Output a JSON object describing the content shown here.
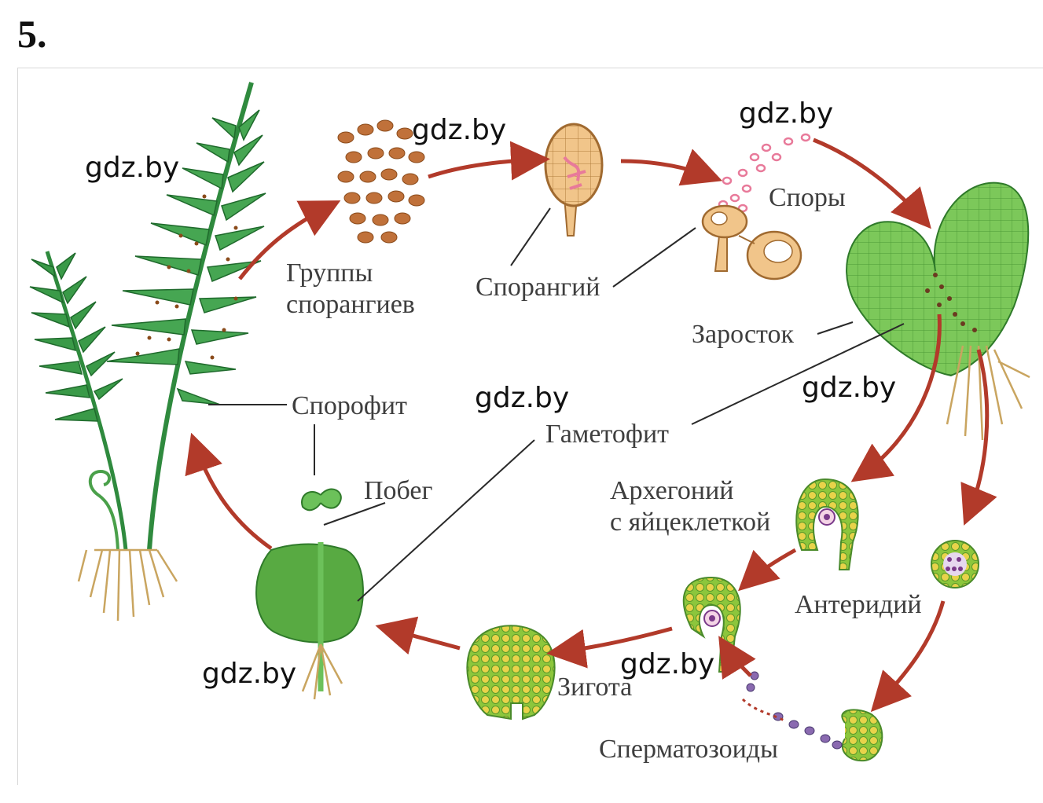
{
  "task_number": "5.",
  "labels": {
    "sporangia_groups_1": "Группы",
    "sporangia_groups_2": "спорангиев",
    "sporangium": "Спорангий",
    "spores": "Споры",
    "prothallus": "Заросток",
    "sporophyte": "Спорофит",
    "gametophyte": "Гаметофит",
    "shoot": "Побег",
    "archegonium_1": "Архегоний",
    "archegonium_2": "с яйцеклеткой",
    "antheridium": "Антеридий",
    "zygote": "Зигота",
    "spermatozoa": "Сперматозоиды"
  },
  "watermark": "gdz.by",
  "colors": {
    "arrow": "#b23a2a",
    "leaf_dark": "#2f8a3e",
    "leaf_light": "#6cc15a",
    "thallus": "#6fbf4a",
    "cell_yellow": "#e8d34a",
    "sporangium_fill": "#f1c58a",
    "spore_pink": "#e87a9a",
    "root": "#c9a560",
    "text": "#3e3e3e"
  }
}
